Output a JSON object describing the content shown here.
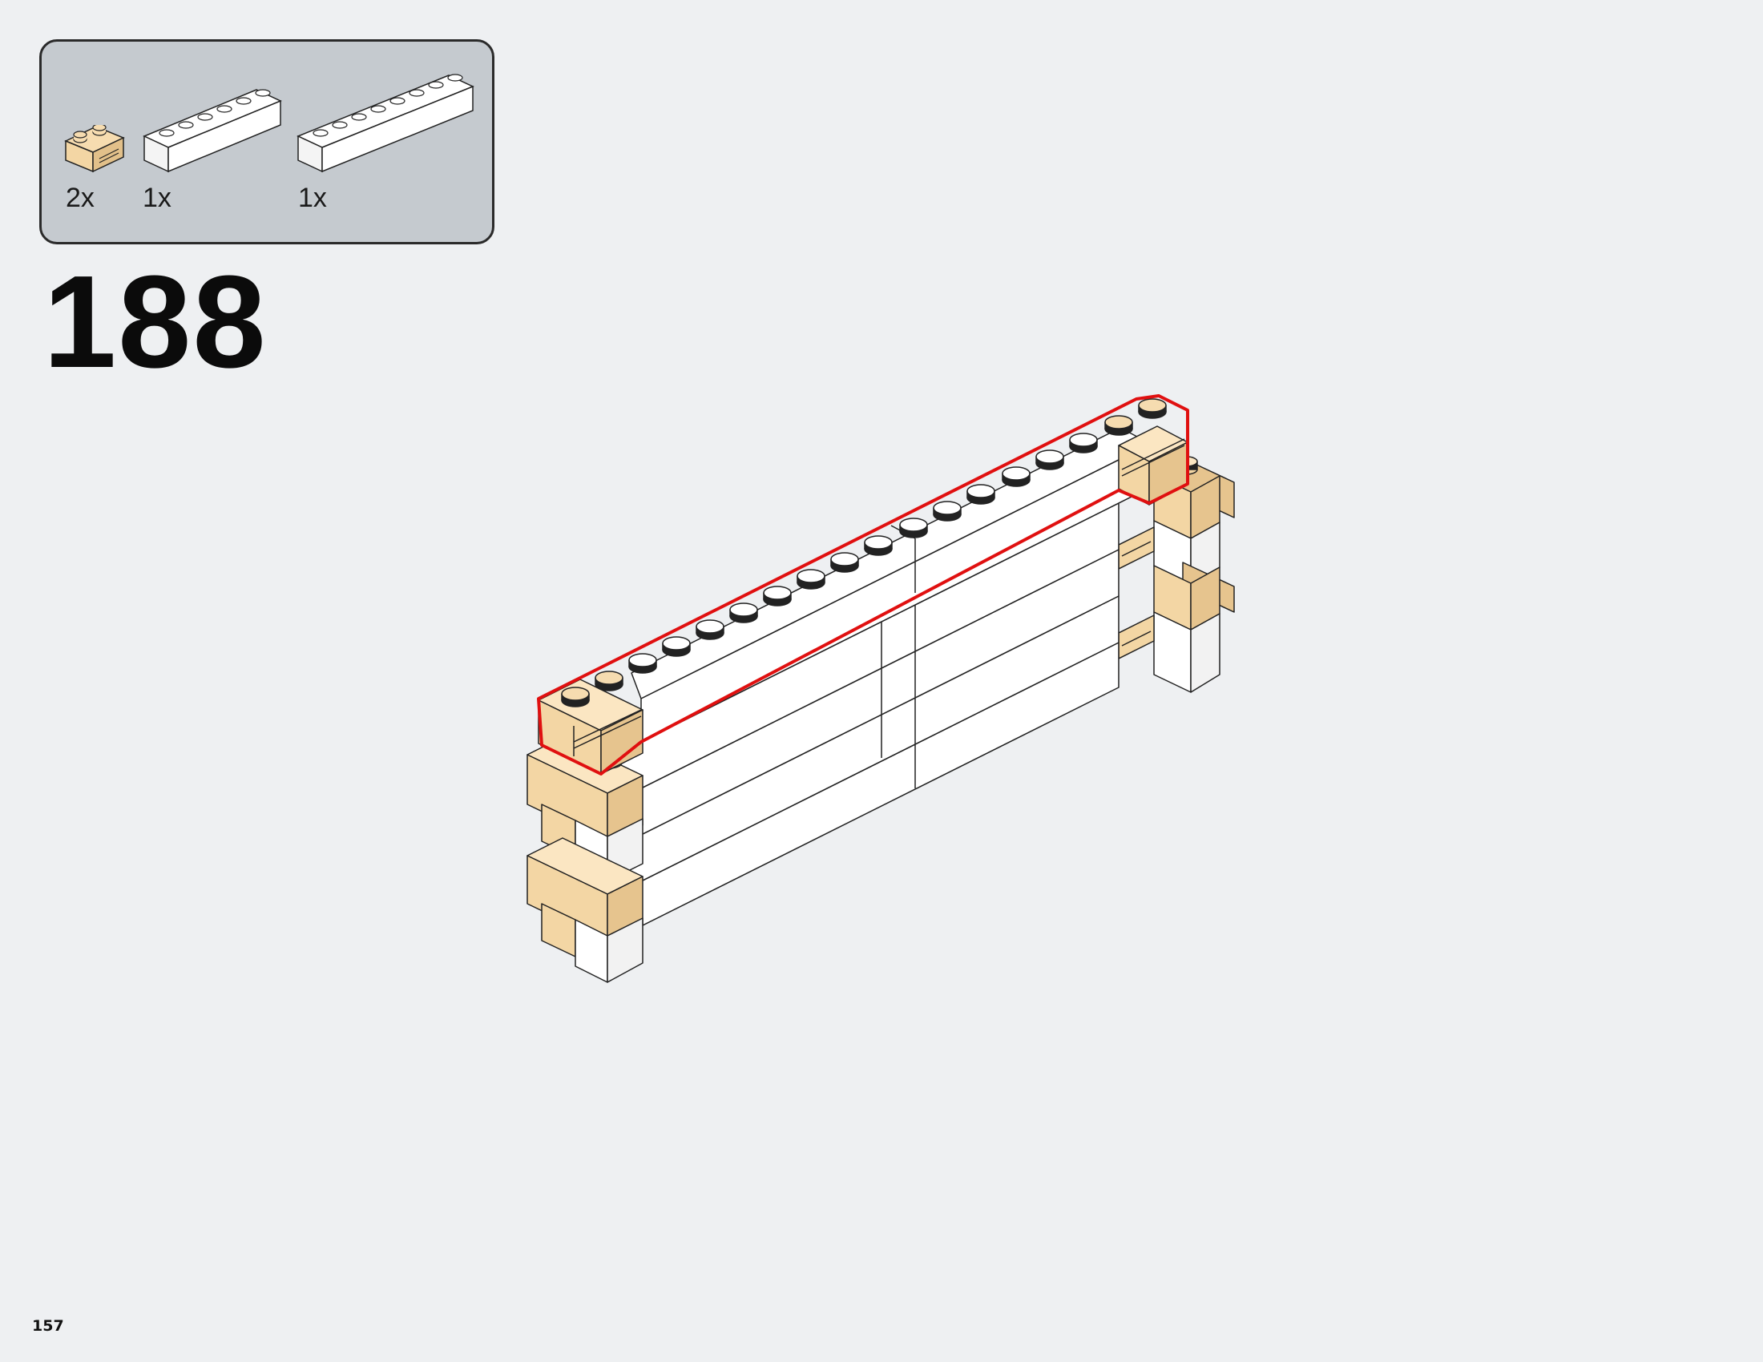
{
  "parts": [
    {
      "name": "tan 1x2 brick with groove",
      "quantity": "2x"
    },
    {
      "name": "white 1x6 brick",
      "quantity": "1x"
    },
    {
      "name": "white 1x8 brick",
      "quantity": "1x"
    }
  ],
  "step": {
    "number": "188"
  },
  "page": {
    "number": "157"
  },
  "colors": {
    "background": "#eef0f2",
    "panel": "#c5cacf",
    "tan": "#f3d6a4",
    "white_brick": "#ffffff",
    "highlight": "#e01010"
  }
}
